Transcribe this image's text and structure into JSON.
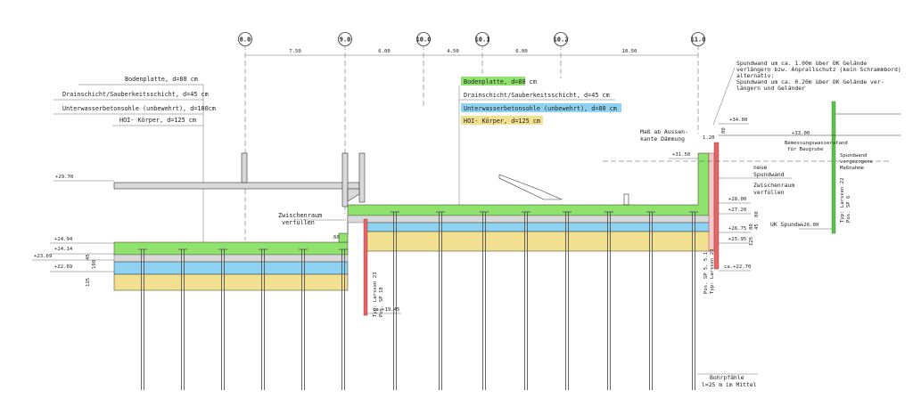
{
  "axes": [
    {
      "label": "8.0"
    },
    {
      "label": "9.0"
    },
    {
      "label": "10.0"
    },
    {
      "label": "10.1"
    },
    {
      "label": "10.2"
    },
    {
      "label": "11.0"
    }
  ],
  "dimensions": [
    "7.50",
    "6.00",
    "4.50",
    "6.00",
    "10.50"
  ],
  "left_legend": [
    "Bodenplatte, d=80 cm",
    "Drainschicht/Sauberkeitsschicht, d=45 cm",
    "Unterwasserbetonsohle (unbewehrt), d=100cm",
    "HOI- Körper, d=125 cm"
  ],
  "center_legend": [
    {
      "text": "Bodenplatte, d=80 cm",
      "color": "#8fe36d"
    },
    {
      "text": "Drainschicht/Sauberkeitsschicht, d=45 cm",
      "color": ""
    },
    {
      "text": "Unterwasserbetonsohle (unbewehrt), d=80 cm",
      "color": "#8fd3f2"
    },
    {
      "text": "HOI- Körper, d=125 cm",
      "color": "#f0e08f"
    }
  ],
  "top_right_note": [
    "Spundwand um ca. 1.00m über OK Gelände",
    "verlängern bzw. Anprallschutz (kein Schrammbord)",
    "alternativ:",
    "Spundwand um ca. 0.20m über OK Gelände ver-",
    "längern und Geländer"
  ],
  "levels_left": [
    "+29.70",
    "+24.94",
    "+24.14",
    "+23.69",
    "+22.69"
  ],
  "levels_right": [
    "+34.00",
    "+33.00",
    "+31.50",
    "+28.00",
    "+27.20",
    "+26.75",
    "+25.95",
    "+26.00",
    "ca.+22.70",
    "ca.+19.45"
  ],
  "dims_small_left": [
    "45",
    "100",
    "125"
  ],
  "dims_small_right": [
    "80",
    "45",
    "80",
    "125"
  ],
  "dim_120": "1.20",
  "dim_60": "60",
  "dim_80": "80",
  "labels": {
    "zwischenraum_left": [
      "Zwischenraum",
      "verfüllen"
    ],
    "mass_ab": [
      "Maß ab Aussen-",
      "kante Dämmung"
    ],
    "neue_spundwand": [
      "neue",
      "Spundwand"
    ],
    "zwischenraum_right": [
      "Zwischenraum",
      "verfüllen"
    ],
    "uk_spundw": "UK Spundw.",
    "bemessung": [
      "Bemessungswasserstand",
      "für Baugrube"
    ],
    "spundwand_vorg": [
      "Spundwand",
      "vorgezogene",
      "Maßnahme"
    ],
    "bohrpfaehle": [
      "Bohrpfähle",
      "l=25 m im Mittel"
    ],
    "typ_larssen_23": [
      "Typ: Larssen 23",
      "Pos. SP 18"
    ],
    "pos_sp5": [
      "Pos. SP 5, 5.1",
      "Typ: Larssen 23"
    ],
    "typ_larssen_22": [
      "Typ: Larssen 22",
      "Pos. SP 6"
    ]
  },
  "piles": {
    "left_x": [
      160,
      205,
      250,
      295,
      340,
      385
    ],
    "right_x": [
      443,
      494,
      543,
      590,
      636,
      683,
      730,
      778
    ]
  },
  "colors": {
    "green": "#8fe36d",
    "blue": "#8fd3f2",
    "yellow": "#f0e08f",
    "concrete": "#d9d9d9",
    "sheet_pile_red": "#e06a6a",
    "sheet_pile_green": "#5cc24a"
  }
}
